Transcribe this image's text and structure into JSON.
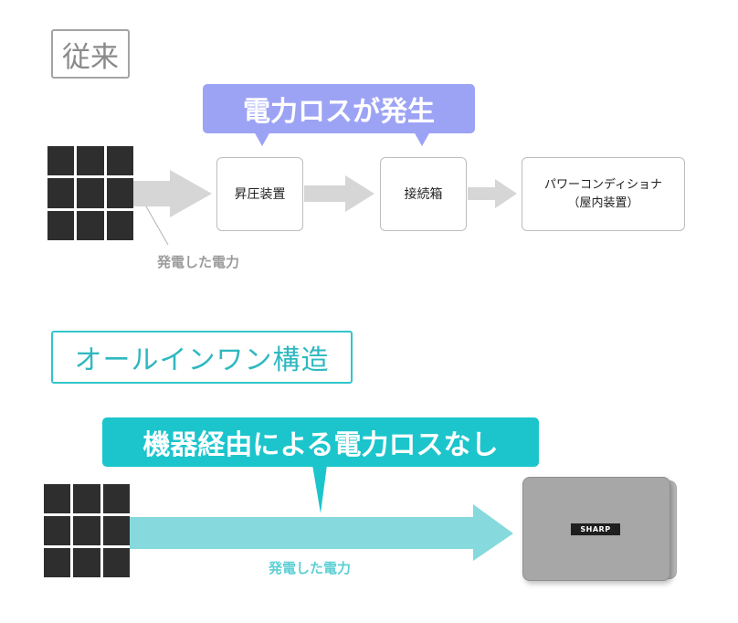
{
  "conventional": {
    "section_label": "従来",
    "callout": "電力ロスが発生",
    "flow_label": "発電した電力",
    "boxes": [
      {
        "lines": [
          "昇圧装置"
        ]
      },
      {
        "lines": [
          "接続箱"
        ]
      },
      {
        "lines": [
          "パワーコンディショナ",
          "（屋内装置）"
        ]
      }
    ]
  },
  "all_in_one": {
    "section_label": "オールインワン構造",
    "callout": "機器経由による電力ロスなし",
    "flow_label": "発電した電力",
    "device_brand": "SHARP"
  },
  "colors": {
    "conventional_accent": "#9da3f4",
    "all_in_one_accent": "#1cc5cc",
    "arrow_gray": "#d6d6d6",
    "arrow_teal": "#86d9dc",
    "panel_cell": "#2e2e2e"
  }
}
